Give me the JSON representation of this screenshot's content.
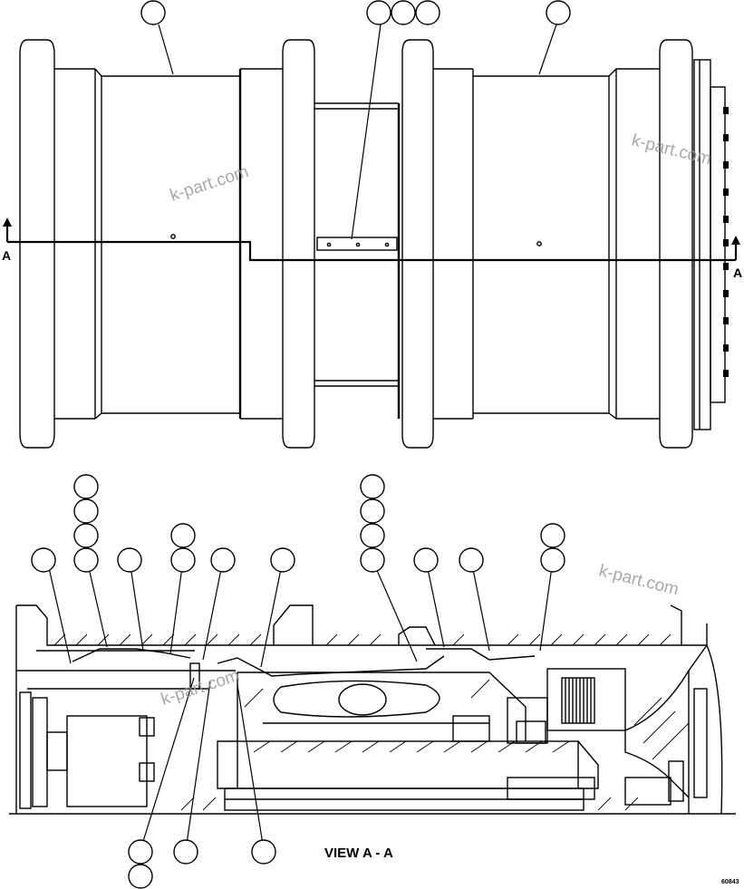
{
  "section_marker": "A",
  "view_label": "VIEW A - A",
  "drawing_number": "60843",
  "watermark": "k-part.com",
  "colors": {
    "line": "#000000",
    "watermark": "#9a9a9a",
    "background": "#ffffff"
  }
}
